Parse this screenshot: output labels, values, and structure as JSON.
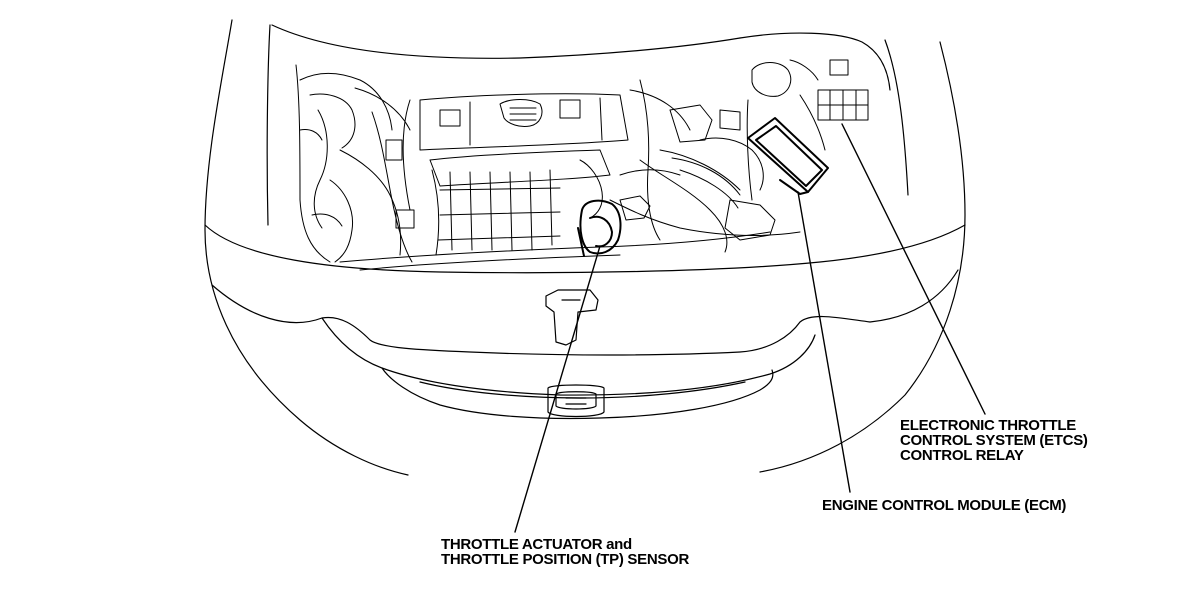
{
  "labels": {
    "etcs_relay": {
      "line1": "ELECTRONIC THROTTLE",
      "line2": "CONTROL SYSTEM (ETCS)",
      "line3": "CONTROL RELAY"
    },
    "ecm": "ENGINE CONTROL MODULE (ECM)",
    "throttle": {
      "line1": "THROTTLE ACTUATOR and",
      "line2": "THROTTLE POSITION (TP) SENSOR"
    }
  },
  "colors": {
    "line": "#000000",
    "background": "#ffffff"
  }
}
